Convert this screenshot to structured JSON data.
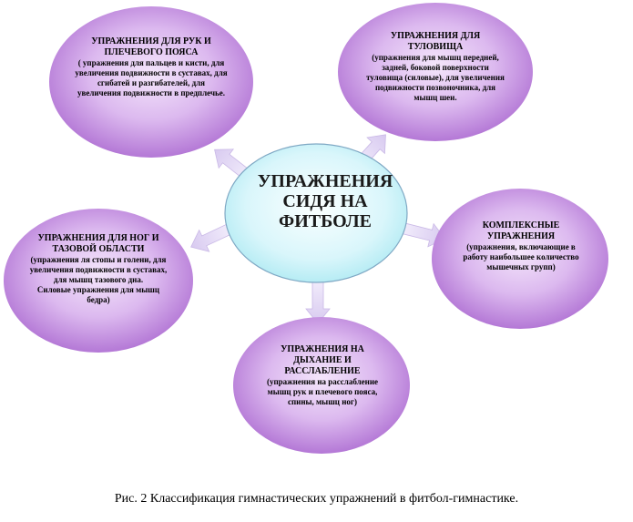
{
  "center": {
    "line1": "УПРАЖНЕНИЯ",
    "line2": "СИДЯ НА",
    "line3": "ФИТБОЛЕ"
  },
  "nodes": [
    {
      "key": "arms",
      "title": "УПРАЖНЕНИЯ ДЛЯ РУК И ПЛЕЧЕВОГО ПОЯСА",
      "desc": "( упражнения для пальцев и кисти, для увеличения подвижности в суставах, для сгибатей и разгибателей, для увеличения подвижности в предплечье."
    },
    {
      "key": "trunk",
      "title": "УПРАЖНЕНИЯ ДЛЯ ТУЛОВИЩА",
      "desc": "(упражнения для мышц передней, задней, боковой поверхности туловища (силовые), для увеличения подвижности позвоночника, для мышц шеи."
    },
    {
      "key": "legs",
      "title": "УПРАЖНЕНИЯ ДЛЯ НОГ И ТАЗОВОЙ ОБЛАСТИ",
      "desc": "(упражнения ля стопы и голени, для увеличения подвижности в суставах, для мышц тазового дна.",
      "extra": "Силовые упражнения для мышц бедра)"
    },
    {
      "key": "complex",
      "title": "КОМПЛЕКСНЫЕ УПРАЖНЕНИЯ",
      "desc": "(упражнения, включающие в работу наибольшее количество мышечных групп)"
    },
    {
      "key": "breath",
      "title": "УПРАЖНЕНИЯ НА ДЫХАНИЕ И РАССЛАБЛЕНИЕ",
      "desc": "(упражнения на расслабление мышц рук и плечевого пояса, спины, мышц ног)"
    }
  ],
  "caption": "Рис. 2  Классификация гимнастических упражнений в фитбол-гимнастике.",
  "colors": {
    "bubble_light": "#f4e6fb",
    "bubble_dark": "#b478d6",
    "center_light": "#fbffff",
    "center_dark": "#b6ecf4",
    "center_stroke": "#7fa8c4",
    "arrow_fill": "#e6dcf6"
  }
}
